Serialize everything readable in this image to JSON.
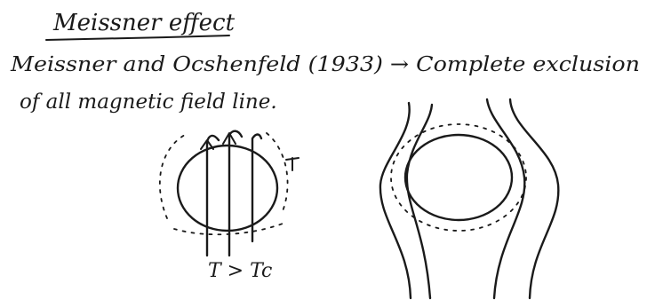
{
  "notes": {
    "heading": "Meissner effect",
    "line1": "Meissner and Ocshenfeld (1933) → Complete exclusion",
    "line2": "of all magnetic field line.",
    "condition_label": "T > Tc"
  }
}
